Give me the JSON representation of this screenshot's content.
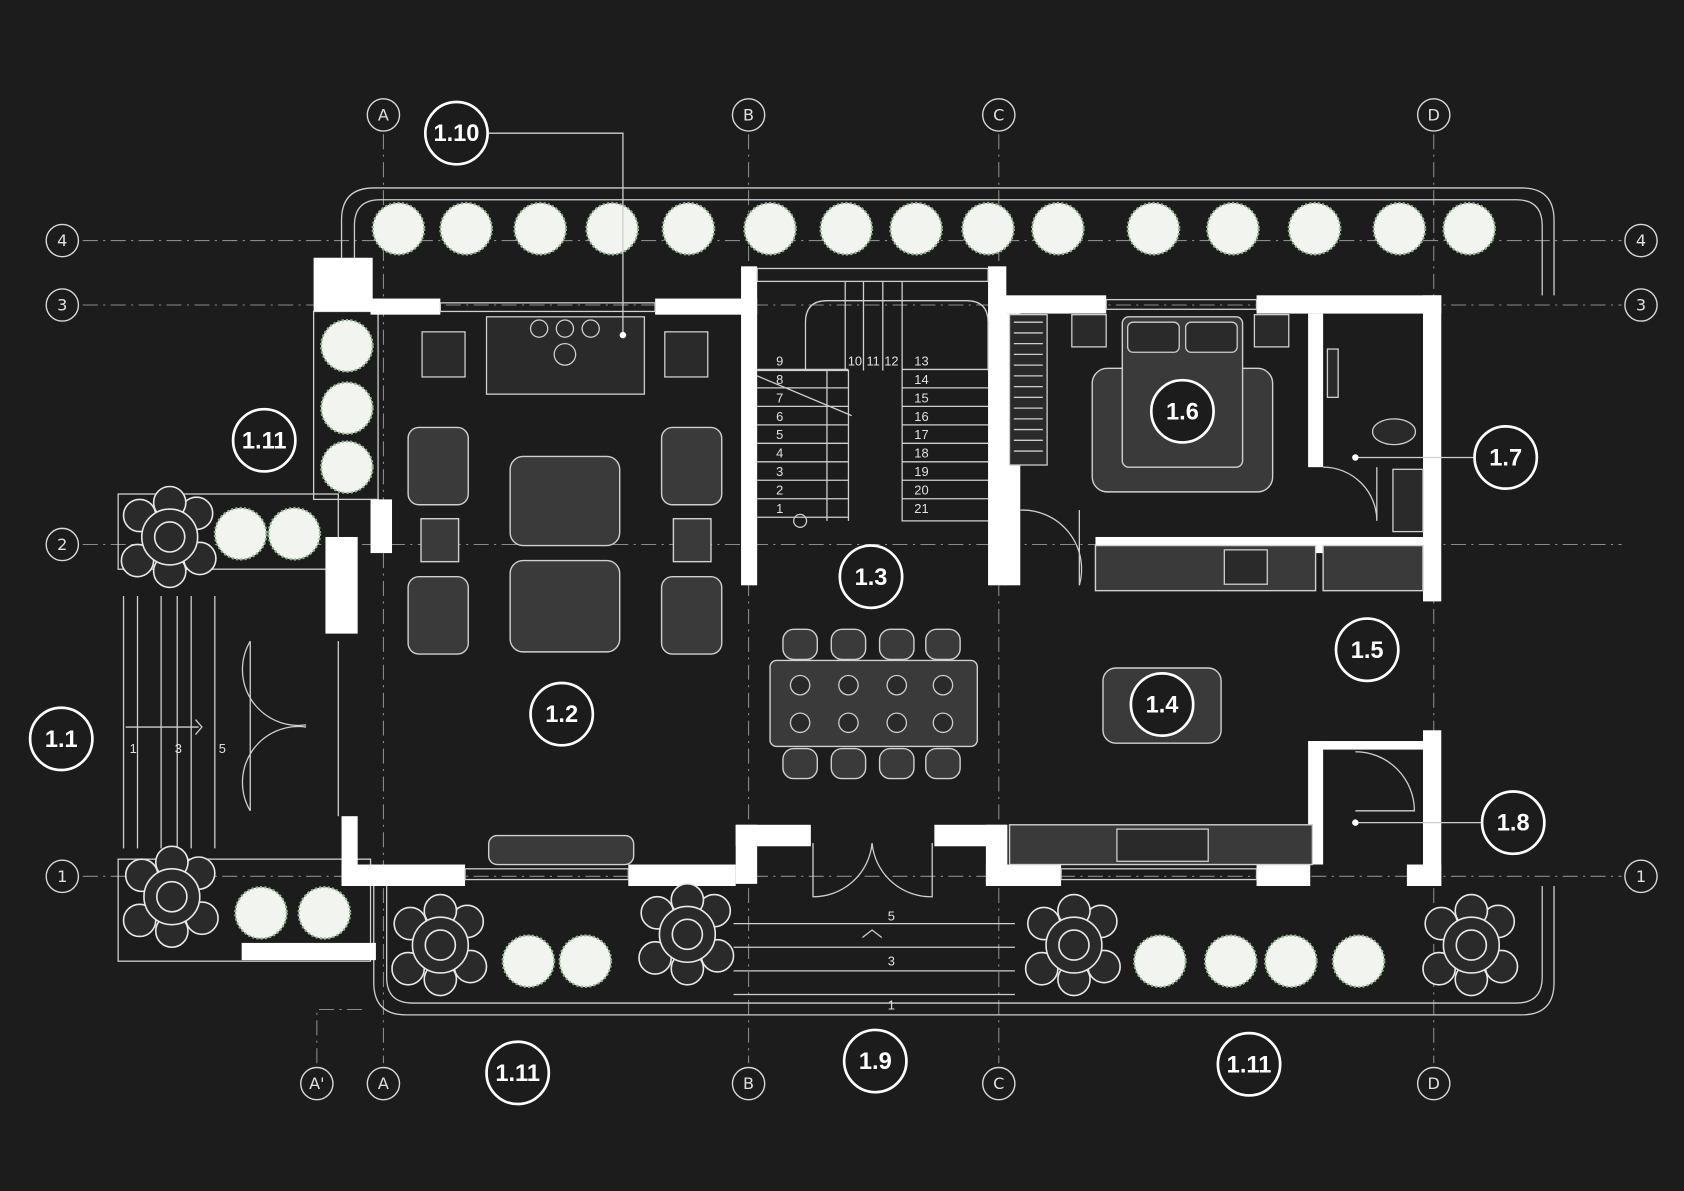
{
  "title": "Ground floor plan",
  "grid_axes": {
    "columns_top": [
      "A",
      "B",
      "C",
      "D"
    ],
    "columns_bottom": [
      "A'",
      "A",
      "B",
      "C",
      "D"
    ],
    "rows_left": [
      "4",
      "3",
      "2",
      "1"
    ],
    "rows_right": [
      "4",
      "3",
      "1"
    ]
  },
  "room_tags": [
    "1.10",
    "1.11",
    "1.1",
    "1.2",
    "1.3",
    "1.6",
    "1.7",
    "1.5",
    "1.4",
    "1.8",
    "1.9",
    "1.11",
    "1.11"
  ],
  "stair_numbers": {
    "left_run": [
      "9",
      "8",
      "7",
      "6",
      "5",
      "4",
      "3",
      "2",
      "1"
    ],
    "landing": [
      "10",
      "11",
      "12"
    ],
    "right_run": [
      "13",
      "14",
      "15",
      "16",
      "17",
      "18",
      "19",
      "20",
      "21"
    ],
    "entry_steps": [
      "5",
      "3",
      "1"
    ],
    "side_steps": [
      "1",
      "3",
      "5"
    ]
  },
  "colors": {
    "background": "#1c1c1c",
    "walls": "#ffffff",
    "furniture": "#3a3a3a",
    "trees": "#8fb58a"
  }
}
